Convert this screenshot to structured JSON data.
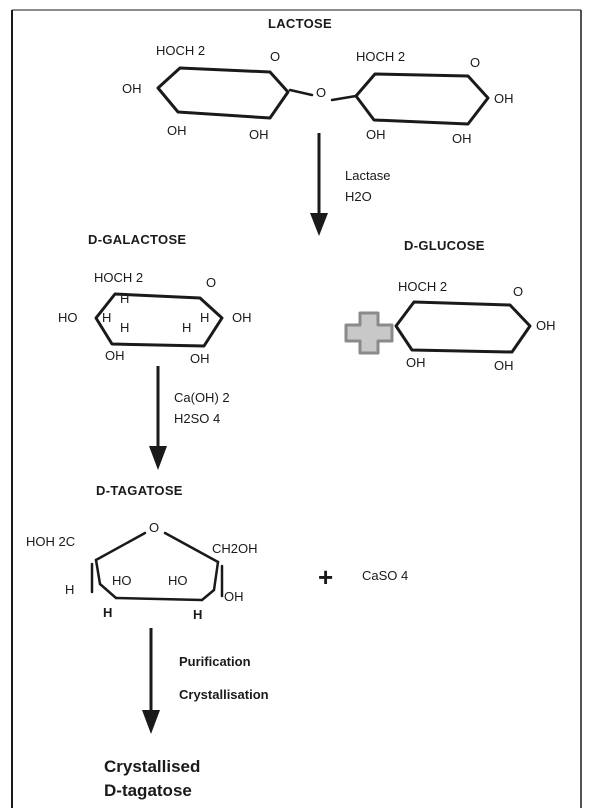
{
  "lactose": {
    "title": "LACTOSE",
    "left_ring": {
      "ch2oh": "HOCH 2",
      "o": "O",
      "oh_left": "OH",
      "oh_bl": "OH",
      "oh_br": "OH"
    },
    "bridge_o": "O",
    "right_ring": {
      "ch2oh": "HOCH 2",
      "o": "O",
      "oh_right": "OH",
      "oh_bl": "OH",
      "oh_br": "OH"
    }
  },
  "step1": {
    "reagent1": "Lactase",
    "reagent2": "H2O"
  },
  "galactose": {
    "title": "D-GALACTOSE",
    "ch2oh": "HOCH 2",
    "o": "O",
    "ho_left": "HO",
    "oh_right": "OH",
    "h_top": "H",
    "h_left": "H",
    "h_inner_left": "H",
    "h_inner_right": "H",
    "h_right": "H",
    "oh_bl": "OH",
    "oh_br": "OH"
  },
  "glucose": {
    "title": "D-GLUCOSE",
    "ch2oh": "HOCH 2",
    "o": "O",
    "oh_right": "OH",
    "oh_bl": "OH",
    "oh_br": "OH"
  },
  "step2": {
    "reagent1": "Ca(OH) 2",
    "reagent2": "H2SO 4"
  },
  "tagatose": {
    "title": "D-TAGATOSE",
    "o": "O",
    "hoh2c": "HOH 2C",
    "ch2oh": "CH2OH",
    "h_left": "H",
    "ho1": "HO",
    "ho2": "HO",
    "oh": "OH",
    "h_bl": "H",
    "h_br": "H"
  },
  "byproduct": {
    "plus": "+",
    "caso4": "CaSO 4"
  },
  "step3": {
    "label1": "Purification",
    "label2": "Crystallisation"
  },
  "final": {
    "line1": "Crystallised",
    "line2": "D-tagatose"
  },
  "colors": {
    "ink": "#1a1a1a",
    "plus_icon": "#9a9a9a"
  }
}
